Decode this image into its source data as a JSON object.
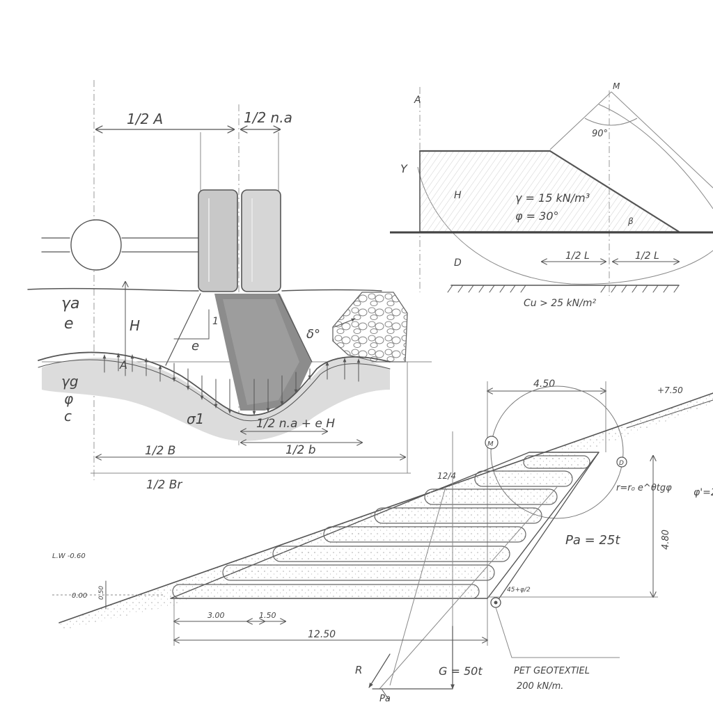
{
  "sketch_left": {
    "dim_half_A": "1/2 A",
    "dim_half_na": "1/2 n.a",
    "label_gamma_a": "γa",
    "label_e_left": "e",
    "label_H": "H",
    "label_A": "A",
    "label_e_mid": "e",
    "label_1": "1",
    "label_delta0": "δ°",
    "label_gamma_g": "γg",
    "label_phi": "φ",
    "label_c": "c",
    "label_sigma1": "σ1",
    "dim_half_na_eH": "1/2 n.a + e H",
    "dim_half_B": "1/2 B",
    "dim_half_b": "1/2 b",
    "dim_half_Br": "1/2 Br"
  },
  "sketch_right": {
    "label_A": "A",
    "label_M": "M",
    "angle_90": "90°",
    "label_Y": "Y",
    "label_H": "H",
    "gamma": "γ = 15 kN/m³",
    "phi": "φ = 30°",
    "label_beta": "β",
    "label_D": "D",
    "dim_half_L1": "1/2 L",
    "dim_half_L2": "1/2 L",
    "cu": "Cu > 25 kN/m²"
  },
  "sketch_bottom": {
    "dim_450": "4.50",
    "level_750": "+7.50",
    "label_M": "M",
    "label_D": "D",
    "spiral": "r=r₀ e^θtgφ",
    "phi_prime": "φ'=2",
    "slope": "12/4",
    "pa": "Pa = 25t",
    "dim_480": "4.80",
    "lw": "L.W -0.60",
    "level_000": "0.00",
    "dim_050": "0.50",
    "angle_45": "45+φ/2",
    "dim_300": "3.00",
    "dim_150": "1.50",
    "dim_1250": "12.50",
    "label_R": "R",
    "label_Pa": "Pa",
    "weight": "G = 50t",
    "geotextile_1": "PET GEOTEXTIEL",
    "geotextile_2": "200 kN/m."
  }
}
